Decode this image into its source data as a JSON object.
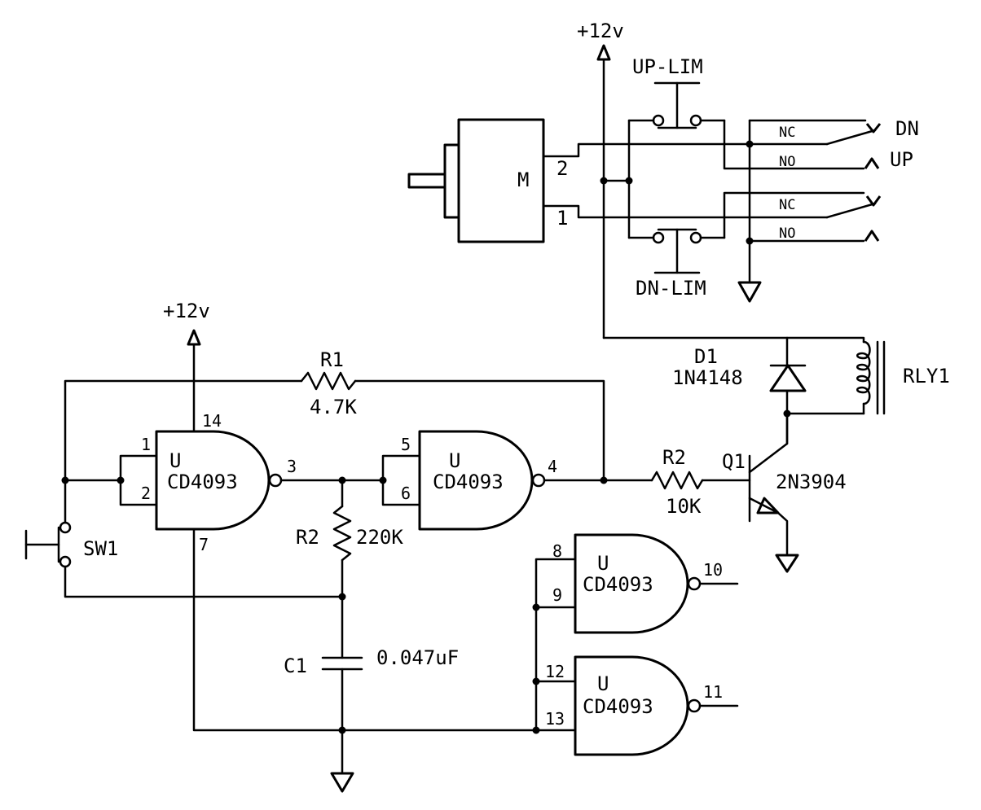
{
  "supply": {
    "top": "+12v",
    "left": "+12v"
  },
  "motor": {
    "letter": "M",
    "pin_top": "2",
    "pin_bottom": "1"
  },
  "limits": {
    "up": "UP-LIM",
    "down": "DN-LIM"
  },
  "relay_contacts": {
    "nc_top": "NC",
    "no_top": "NO",
    "nc_bottom": "NC",
    "no_bottom": "NO",
    "dn": "DN",
    "up": "UP"
  },
  "diode": {
    "ref": "D1",
    "part": "1N4148"
  },
  "relay": {
    "ref": "RLY1"
  },
  "transistor": {
    "ref": "Q1",
    "part": "2N3904"
  },
  "r1": {
    "ref": "R1",
    "value": "4.7K"
  },
  "r2_base": {
    "ref": "R2",
    "value": "10K"
  },
  "r2_timing": {
    "ref": "R2",
    "value": "220K"
  },
  "cap": {
    "ref": "C1",
    "value": "0.047uF"
  },
  "switch": {
    "ref": "SW1"
  },
  "gate1": {
    "u": "U",
    "part": "CD4093",
    "in_a": "1",
    "in_b": "2",
    "out": "3",
    "vcc": "14",
    "gnd": "7"
  },
  "gate2": {
    "u": "U",
    "part": "CD4093",
    "in_a": "5",
    "in_b": "6",
    "out": "4"
  },
  "gate3": {
    "u": "U",
    "part": "CD4093",
    "in_a": "8",
    "in_b": "9",
    "out": "10"
  },
  "gate4": {
    "u": "U",
    "part": "CD4093",
    "in_a": "12",
    "in_b": "13",
    "out": "11"
  }
}
